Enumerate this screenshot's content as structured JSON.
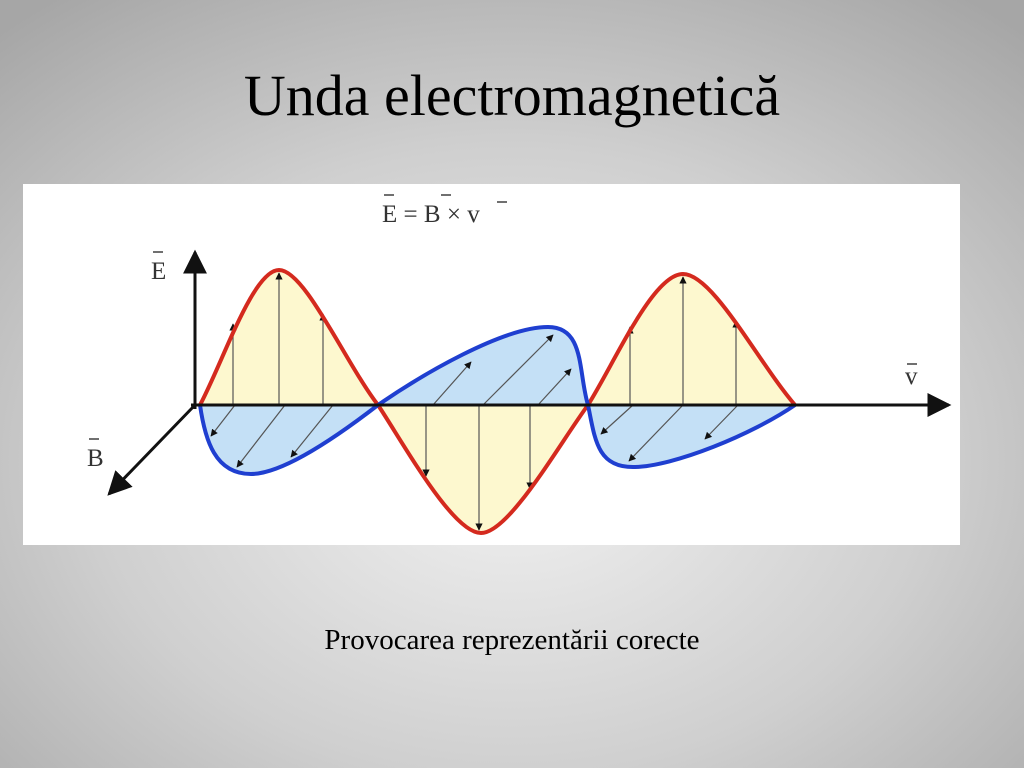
{
  "slide": {
    "title": "Unda electromagnetică",
    "caption": "Provocarea reprezentării corecte"
  },
  "diagram": {
    "formula": "E = B × v",
    "formula_parts": {
      "e": "E",
      "eq": " = ",
      "b": "B",
      "times": " × ",
      "v": "v"
    },
    "axis_labels": {
      "e": "E",
      "b": "B",
      "v": "v"
    },
    "colors": {
      "electric_wave": "#d42a1e",
      "electric_fill": "#fdf8cf",
      "magnetic_wave": "#1f3fd0",
      "magnetic_fill": "#c4e0f6",
      "axes": "#111111"
    }
  }
}
